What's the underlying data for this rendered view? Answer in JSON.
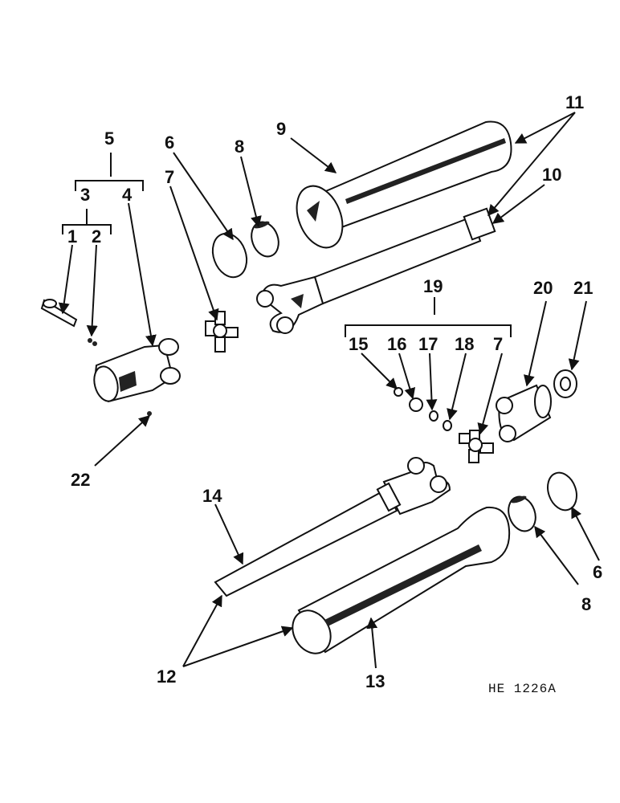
{
  "diagram": {
    "labels": {
      "l1": "1",
      "l2": "2",
      "l3": "3",
      "l4": "4",
      "l5": "5",
      "l6a": "6",
      "l6b": "6",
      "l7a": "7",
      "l7b": "7",
      "l8a": "8",
      "l8b": "8",
      "l9": "9",
      "l10": "10",
      "l11": "11",
      "l12": "12",
      "l13": "13",
      "l14": "14",
      "l15": "15",
      "l16": "16",
      "l17": "17",
      "l18": "18",
      "l19": "19",
      "l20": "20",
      "l21": "21",
      "l22": "22"
    },
    "drawing_code": "HE 1226A"
  }
}
